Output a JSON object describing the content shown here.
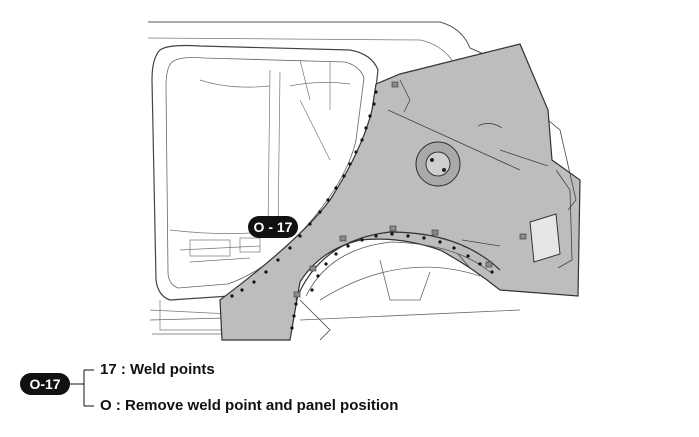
{
  "diagram": {
    "callout_label": "O - 17",
    "panel_color": "#bdbdbd"
  },
  "legend": {
    "badge": "O-17",
    "line1": "17 : Weld points",
    "line2": "O : Remove weld point and panel position"
  }
}
